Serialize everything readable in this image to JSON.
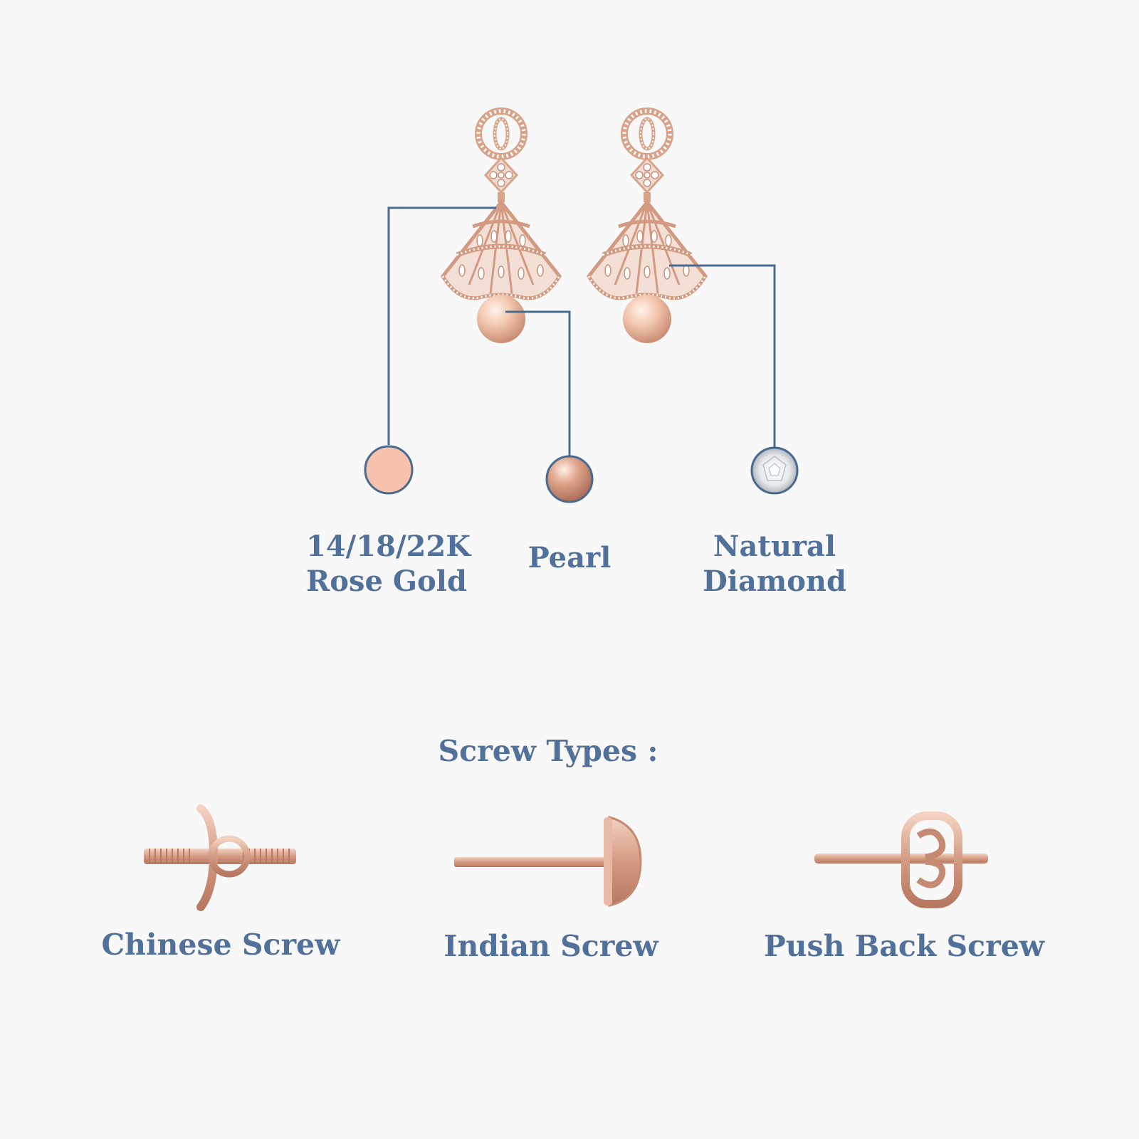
{
  "materials": [
    {
      "line1": "14/18/22K",
      "line2": "Rose Gold",
      "icon": "rose-gold-swatch-icon"
    },
    {
      "line1": "Pearl",
      "line2": "",
      "icon": "pearl-icon"
    },
    {
      "line1": "Natural",
      "line2": "Diamond",
      "icon": "diamond-icon"
    }
  ],
  "screw_section": {
    "heading": "Screw Types :",
    "types": [
      {
        "label": "Chinese Screw",
        "icon": "chinese-screw-icon"
      },
      {
        "label": "Indian Screw",
        "icon": "indian-screw-icon"
      },
      {
        "label": "Push Back Screw",
        "icon": "push-back-screw-icon"
      }
    ]
  },
  "colors": {
    "background": "#f8f8f8",
    "text": "#51719a",
    "line": "#4a6a8f",
    "rose_gold": "#f6c1ad",
    "metal": "#d9a38a"
  }
}
